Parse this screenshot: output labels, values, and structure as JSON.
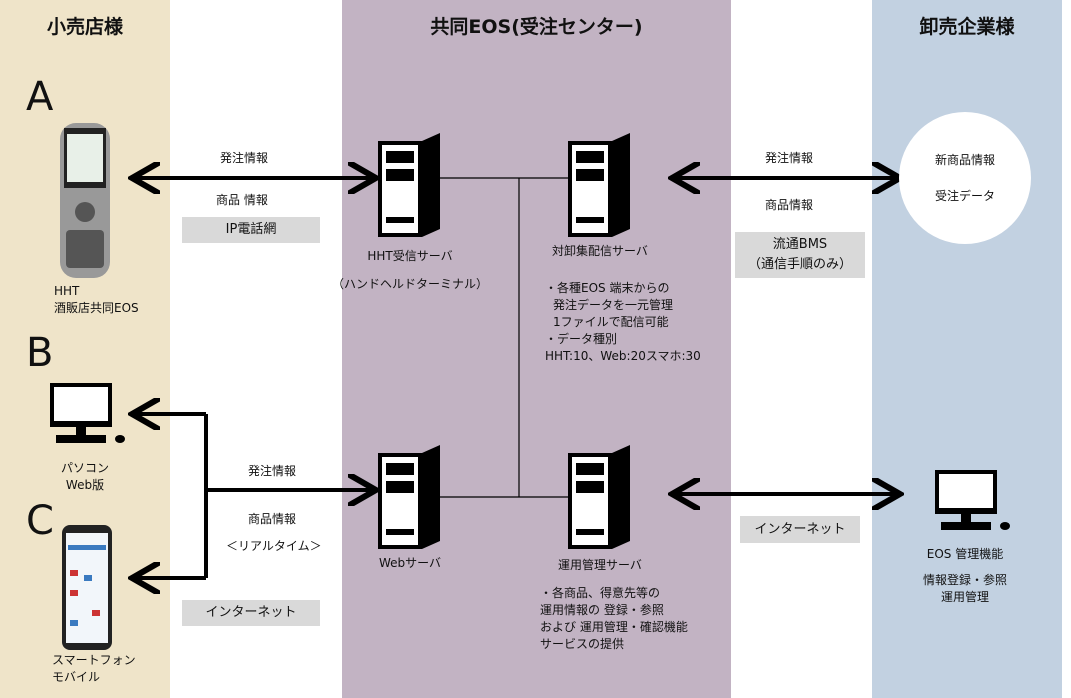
{
  "columns": {
    "retail": "小売店様",
    "center": "共同EOS(受注センター)",
    "wholesale": "卸売企業様"
  },
  "devices": {
    "a": "A",
    "b": "B",
    "c": "C",
    "hht": [
      "HHT",
      "酒販店共同EOS"
    ],
    "pc": [
      "パソコン",
      "Web版"
    ],
    "phone": [
      "スマートフォン",
      "モバイル"
    ]
  },
  "links": {
    "top_left": [
      "発注情報",
      "商品 情報"
    ],
    "ip_network": "IP電話網",
    "bottom_left": [
      "発注情報",
      "商品情報",
      "＜リアルタイム＞"
    ],
    "internet_left": "インターネット",
    "top_right": [
      "発注情報",
      "商品情報"
    ],
    "bms": [
      "流通BMS",
      "（通信手順のみ）"
    ],
    "internet_right": "インターネット"
  },
  "servers": {
    "hht": [
      "HHT受信サーバ",
      "（ハンドヘルドターミナル）"
    ],
    "distribution": "対卸集配信サーバ",
    "web": "Webサーバ",
    "ops": "運用管理サーバ"
  },
  "notes": {
    "distribution": [
      "・各種EOS 端末からの",
      "発注データを一元管理",
      "1ファイルで配信可能",
      "・データ種別",
      "HHT:10、Web:20スマホ:30"
    ],
    "ops": [
      "・各商品、得意先等の",
      "運用情報の 登録・参照",
      "および 運用管理・確認機能",
      "サービスの提供"
    ]
  },
  "wholesale": {
    "circle": [
      "新商品情報",
      "受注データ"
    ],
    "eos_admin": "EOS 管理機能",
    "eos_items": [
      "情報登録・参照",
      "運用管理"
    ]
  },
  "colors": {
    "retail": "#efe4c9",
    "center": "#c2b3c3",
    "wholesale": "#c2d1e1"
  }
}
